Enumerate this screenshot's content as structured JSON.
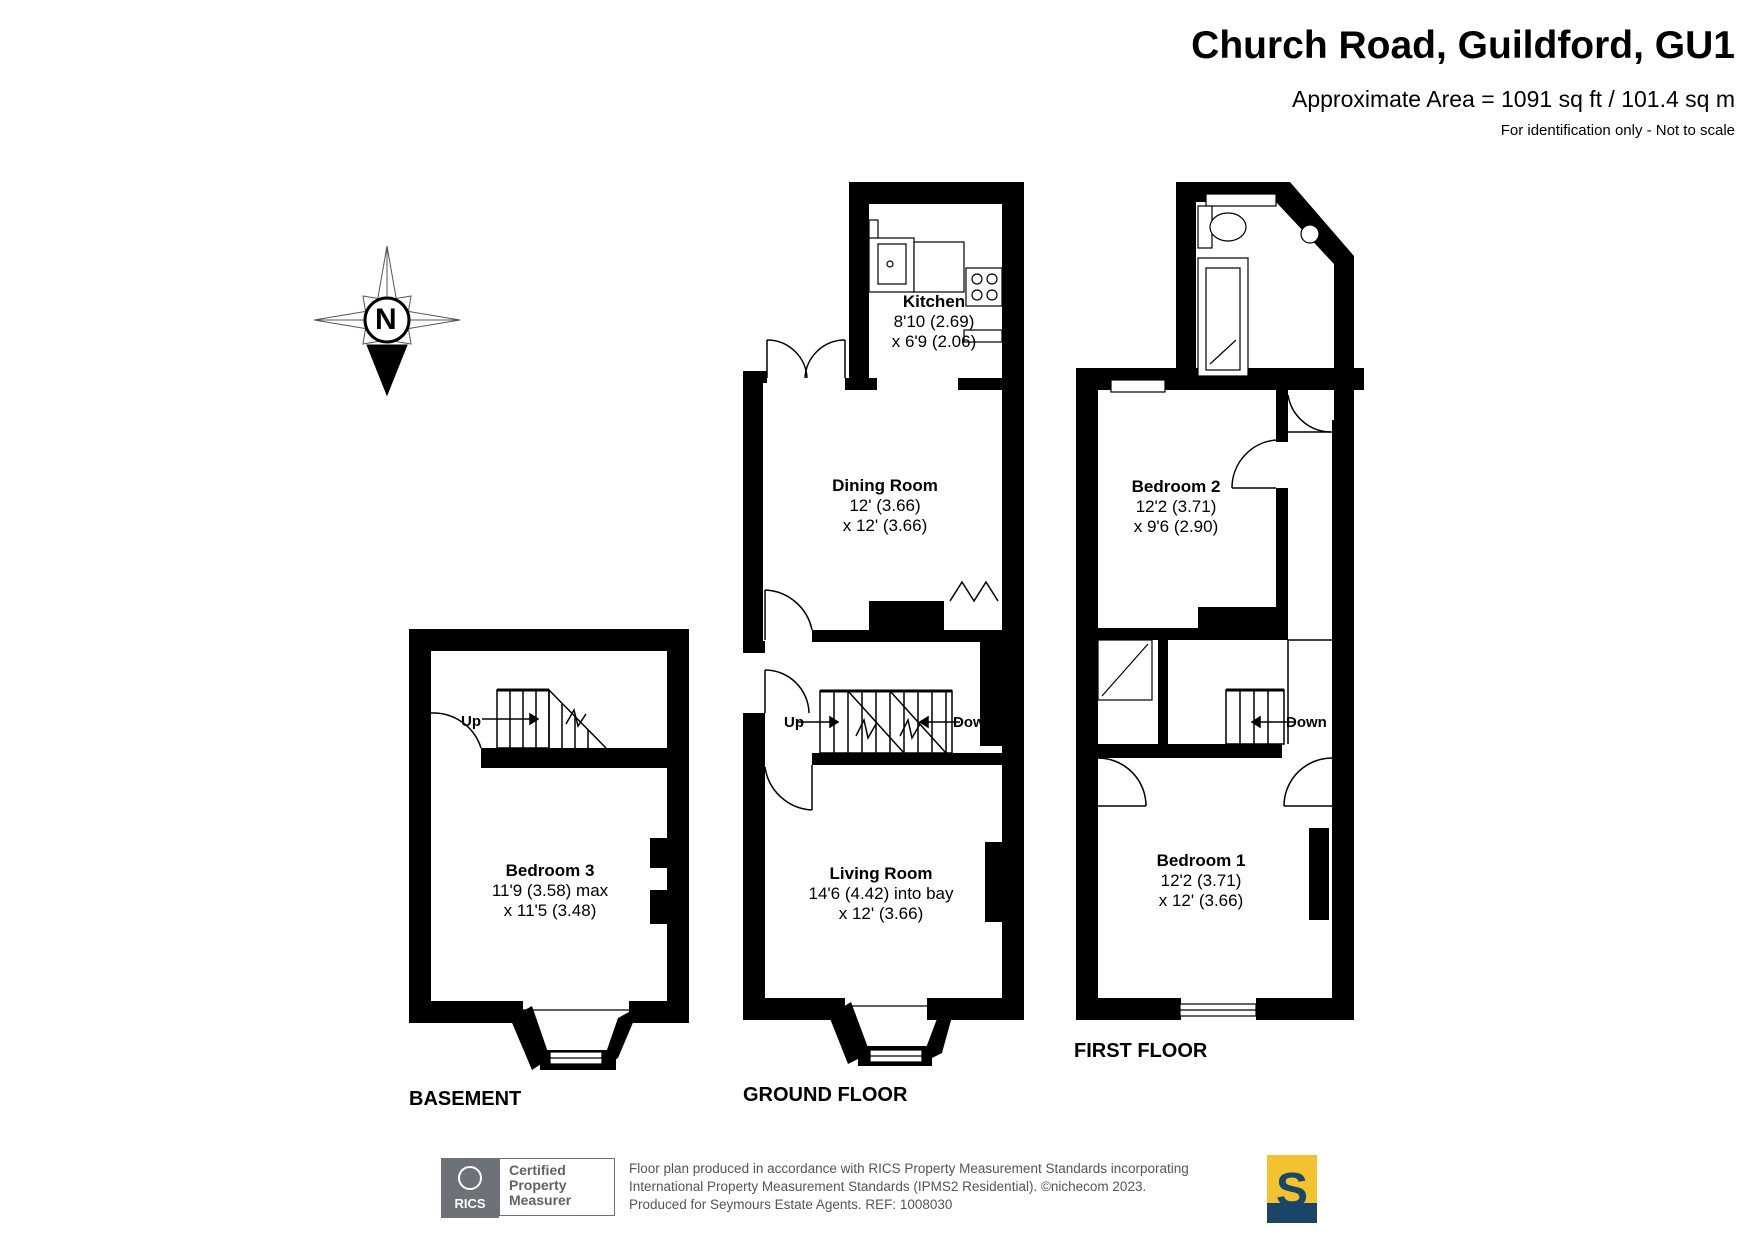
{
  "header": {
    "title": "Church Road, Guildford, GU1",
    "area": "Approximate Area = 1091 sq ft / 101.4 sq m",
    "disclaimer": "For identification only - Not to scale"
  },
  "compass": {
    "letter": "N"
  },
  "floors": {
    "basement": "BASEMENT",
    "ground": "GROUND FLOOR",
    "first": "FIRST FLOOR"
  },
  "rooms": {
    "kitchen": {
      "name": "Kitchen",
      "dim1": "8'10 (2.69)",
      "dim2": "x 6'9 (2.06)"
    },
    "dining": {
      "name": "Dining Room",
      "dim1": "12' (3.66)",
      "dim2": "x 12' (3.66)"
    },
    "living": {
      "name": "Living Room",
      "dim1": "14'6 (4.42) into bay",
      "dim2": "x 12' (3.66)"
    },
    "bedroom3": {
      "name": "Bedroom 3",
      "dim1": "11'9 (3.58) max",
      "dim2": "x 11'5 (3.48)"
    },
    "bedroom2": {
      "name": "Bedroom 2",
      "dim1": "12'2 (3.71)",
      "dim2": "x 9'6 (2.90)"
    },
    "bedroom1": {
      "name": "Bedroom 1",
      "dim1": "12'2 (3.71)",
      "dim2": "x 12' (3.66)"
    }
  },
  "stairs": {
    "up": "Up",
    "down": "Down"
  },
  "footer": {
    "rics": {
      "mark": "RICS",
      "line1": "Certified",
      "line2": "Property",
      "line3": "Measurer"
    },
    "line1": "Floor plan produced in accordance with RICS Property Measurement Standards incorporating",
    "line2": "International Property Measurement Standards (IPMS2 Residential).   ©nichecom 2023.",
    "line3": "Produced for Seymours Estate Agents.   REF:  1008030",
    "agent_letter": "S"
  },
  "colors": {
    "wall": "#000000",
    "rics_grey": "#6d7278",
    "agent_yellow": "#f2c230",
    "agent_navy": "#1b4567"
  }
}
